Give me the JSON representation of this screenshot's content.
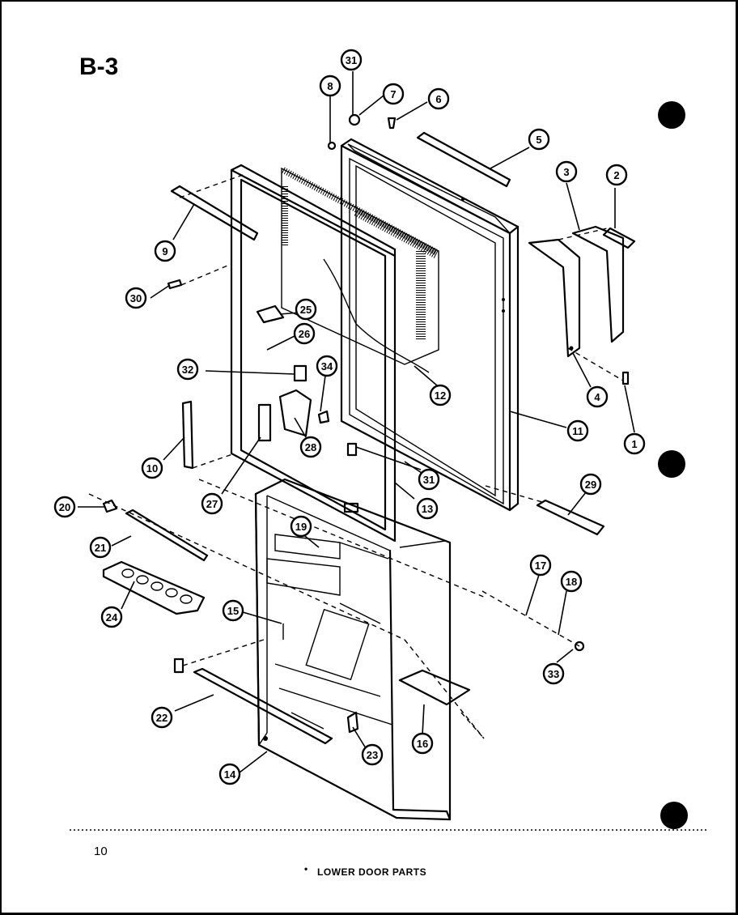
{
  "sheet": {
    "id": "B-3",
    "page_number": "10",
    "caption_mark": "•",
    "caption": "LOWER DOOR PARTS"
  },
  "callouts": [
    "1",
    "2",
    "3",
    "4",
    "5",
    "6",
    "7",
    "8",
    "9",
    "10",
    "11",
    "12",
    "13",
    "14",
    "15",
    "16",
    "17",
    "18",
    "19",
    "20",
    "20",
    "21",
    "22",
    "23",
    "24",
    "25",
    "26",
    "27",
    "28",
    "29",
    "30",
    "31",
    "31",
    "32",
    "33",
    "34"
  ]
}
